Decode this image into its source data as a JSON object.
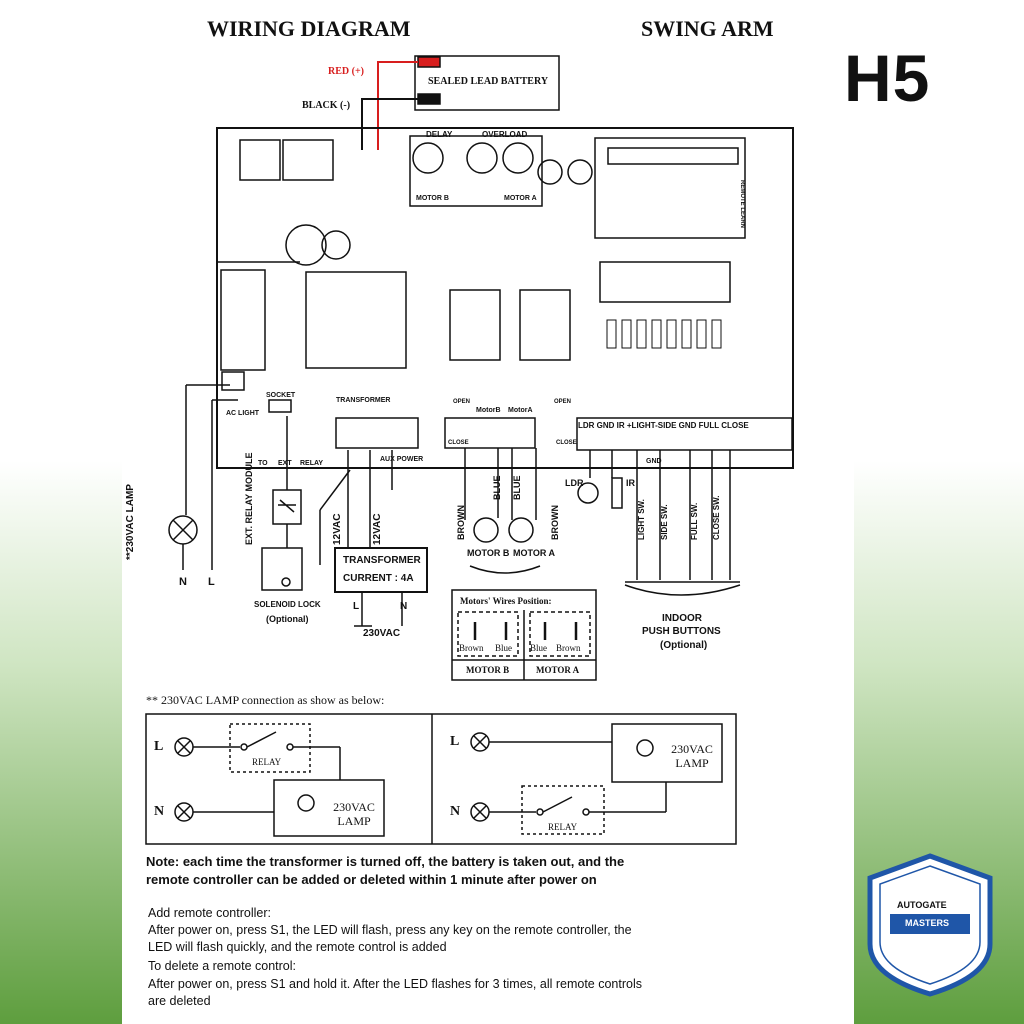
{
  "header": {
    "title_left": "WIRING DIAGRAM",
    "title_right": "SWING ARM",
    "model": "H5"
  },
  "battery": {
    "label": "SEALED LEAD BATTERY",
    "red": "RED (+)",
    "black": "BLACK (-)"
  },
  "board": {
    "delay": "DELAY",
    "overload": "OVERLOAD",
    "motor_a": "MOTOR A",
    "motor_b": "MOTOR B",
    "transformer": "TRANSFORMER",
    "aux_power": "AUX POWER",
    "ac_light": "AC LIGHT",
    "socket": "SOCKET",
    "relay": "RELAY",
    "ext": "EXT",
    "to": "TO",
    "motor_b_term": "MotorB",
    "motor_a_term": "MotorA",
    "open": "OPEN",
    "close": "CLOSE",
    "inputs": "LDR GND IR +LIGHT-SIDE GND FULL CLOSE",
    "gnd": "GND",
    "remote_learn": "REMOTE LEARN"
  },
  "wiring": {
    "lamp_label": "**230VAC LAMP",
    "n": "N",
    "l": "L",
    "ext_relay": "EXT. RELAY MODULE",
    "solenoid": "SOLENOID LOCK",
    "optional": "(Optional)",
    "v12a": "12VAC",
    "v12b": "12VAC",
    "transformer_box": "TRANSFORMER",
    "current": "CURRENT : 4A",
    "mains": "230VAC",
    "brown": "BROWN",
    "blue": "BLUE",
    "motor_b": "MOTOR B",
    "motor_a": "MOTOR A",
    "ldr": "LDR",
    "ir": "IR",
    "light_sw": "LIGHT SW.",
    "side_sw": "SIDE SW.",
    "full_sw": "FULL SW.",
    "close_sw": "CLOSE SW.",
    "indoor": "INDOOR",
    "push_buttons": "PUSH BUTTONS",
    "pb_optional": "(Optional)"
  },
  "motor_wires": {
    "title": "Motors' Wires Position:",
    "b_brown": "Brown",
    "b_blue": "Blue",
    "a_blue": "Blue",
    "a_brown": "Brown",
    "label_b": "MOTOR B",
    "label_a": "MOTOR A"
  },
  "lamp_section": {
    "heading": "** 230VAC LAMP connection as show as below:",
    "left_l": "L",
    "left_n": "N",
    "left_relay": "RELAY",
    "left_lamp": "230VAC LAMP",
    "right_l": "L",
    "right_n": "N",
    "right_relay": "RELAY",
    "right_lamp": "230VAC LAMP"
  },
  "notes": {
    "note1": "Note: each time the transformer is turned off, the battery is taken out, and the",
    "note2": "remote controller can be added or deleted within 1 minute after power on",
    "add_title": "Add remote controller:",
    "add1": "After power on, press S1, the LED will flash, press any key on the remote controller, the",
    "add2": "LED will flash quickly, and the remote control is added",
    "del_title": "To delete a remote control:",
    "del1": "After power on, press S1 and hold it. After the LED flashes for 3 times, all remote controls",
    "del2": "are deleted"
  },
  "watermark": {
    "brand_top": "AUTOGATE",
    "brand_bottom": "MASTERS"
  },
  "colors": {
    "ink": "#111111",
    "battery_red": "#d81e1e",
    "badge_blue": "#1f56a8",
    "green_dark": "#5e9e3e"
  }
}
